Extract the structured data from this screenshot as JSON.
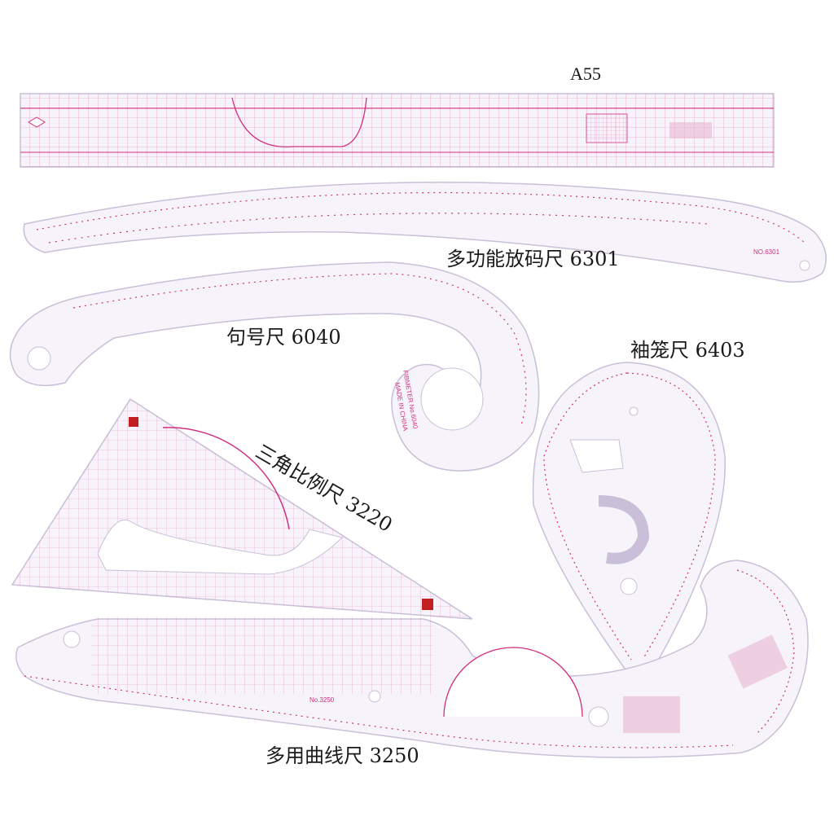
{
  "labels": {
    "ruler_a55": "A55",
    "ruler_6301": "多功能放码尺 6301",
    "ruler_6040": "句号尺 6040",
    "ruler_6403": "袖笼尺 6403",
    "ruler_3220": "三角比例尺 3220",
    "ruler_3250": "多用曲线尺 3250"
  },
  "printed_on_rulers": {
    "ruler_6301_code": "NO.6301",
    "ruler_6040_code": "FIBMETER No.6040",
    "ruler_6040_origin": "MADE IN CHINA",
    "ruler_3250_code": "No.3250"
  },
  "colors": {
    "ink": "#d2307f",
    "plastic": "#f6f3fa",
    "plastic_edge": "#c9bfd8",
    "background": "#ffffff"
  }
}
